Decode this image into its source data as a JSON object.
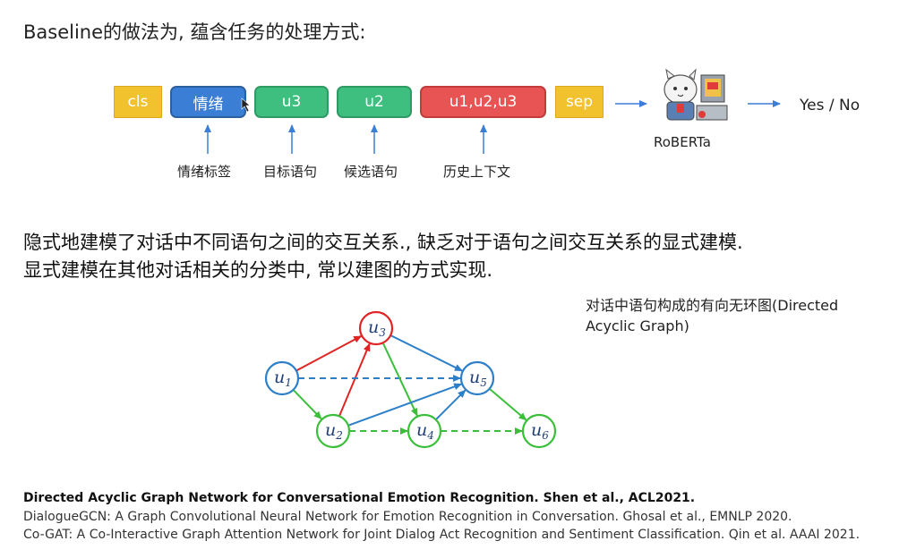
{
  "title": "Baseline的做法为, 蕴含任务的处理方式:",
  "tokens": {
    "cls": "cls",
    "emotion": "情绪",
    "u3": "u3",
    "u2": "u2",
    "history": "u1,u2,u3",
    "sep": "sep"
  },
  "token_labels": {
    "emotion": "情绪标签",
    "target": "目标语句",
    "candidate": "候选语句",
    "history": "历史上下文"
  },
  "model": {
    "name": "RoBERTa"
  },
  "output": "Yes / No",
  "paragraph": {
    "line1": "隐式地建模了对话中不同语句之间的交互关系., 缺乏对于语句之间交互关系的显式建模.",
    "line2": "显式建模在其他对话相关的分类中, 常以建图的方式实现."
  },
  "graph": {
    "caption_line1": "对话中语句构成的有向无环图(Directed",
    "caption_line2": "Acyclic Graph)",
    "nodes": [
      {
        "id": "u1",
        "base": "u",
        "sub": "1",
        "color": "#2c7fc9"
      },
      {
        "id": "u2",
        "base": "u",
        "sub": "2",
        "color": "#3bbf3b"
      },
      {
        "id": "u3",
        "base": "u",
        "sub": "3",
        "color": "#e02424"
      },
      {
        "id": "u4",
        "base": "u",
        "sub": "4",
        "color": "#3bbf3b"
      },
      {
        "id": "u5",
        "base": "u",
        "sub": "5",
        "color": "#2c7fc9"
      },
      {
        "id": "u6",
        "base": "u",
        "sub": "6",
        "color": "#3bbf3b"
      }
    ],
    "edges": [
      {
        "from": "u1",
        "to": "u3",
        "color": "#e02424",
        "dashed": false
      },
      {
        "from": "u2",
        "to": "u3",
        "color": "#e02424",
        "dashed": false
      },
      {
        "from": "u1",
        "to": "u5",
        "color": "#2c7fc9",
        "dashed": true
      },
      {
        "from": "u1",
        "to": "u2",
        "color": "#3bbf3b",
        "dashed": false
      },
      {
        "from": "u3",
        "to": "u5",
        "color": "#2c7fc9",
        "dashed": false
      },
      {
        "from": "u3",
        "to": "u4",
        "color": "#3bbf3b",
        "dashed": false
      },
      {
        "from": "u2",
        "to": "u5",
        "color": "#2c7fc9",
        "dashed": false
      },
      {
        "from": "u4",
        "to": "u5",
        "color": "#2c7fc9",
        "dashed": false
      },
      {
        "from": "u2",
        "to": "u4",
        "color": "#3bbf3b",
        "dashed": true
      },
      {
        "from": "u4",
        "to": "u6",
        "color": "#3bbf3b",
        "dashed": true
      },
      {
        "from": "u5",
        "to": "u6",
        "color": "#3bbf3b",
        "dashed": false
      }
    ]
  },
  "references": [
    "Directed Acyclic Graph Network for Conversational Emotion Recognition. Shen et al., ACL2021.",
    "DialogueGCN: A Graph Convolutional Neural Network for Emotion Recognition in Conversation. Ghosal et al., EMNLP 2020.",
    "Co-GAT: A Co-Interactive Graph Attention Network for Joint Dialog Act Recognition and Sentiment Classification. Qin et al. AAAI 2021."
  ]
}
